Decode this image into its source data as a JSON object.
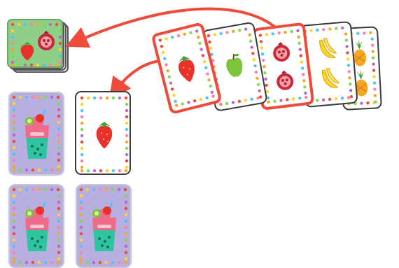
{
  "scene": {
    "background_color": "#ffffff",
    "accent_color": "#ef4b3a"
  },
  "pile": {
    "top_card_fruits": [
      "strawberry",
      "pomegranate"
    ],
    "top_card_color": "#8fcf88"
  },
  "fan_cards": [
    {
      "fruit": "strawberry",
      "count": 1,
      "highlighted": true
    },
    {
      "fruit": "apple",
      "count": 1,
      "highlighted": false
    },
    {
      "fruit": "pomegranate",
      "count": 2,
      "highlighted": true
    },
    {
      "fruit": "banana",
      "count": 2,
      "highlighted": false
    },
    {
      "fruit": "pineapple",
      "count": 2,
      "highlighted": false
    }
  ],
  "played_card": {
    "fruit": "strawberry",
    "count": 1
  },
  "smoothie_cards": {
    "count": 3,
    "color": "#b8aee0",
    "icon": "smoothie-cup-icon"
  }
}
